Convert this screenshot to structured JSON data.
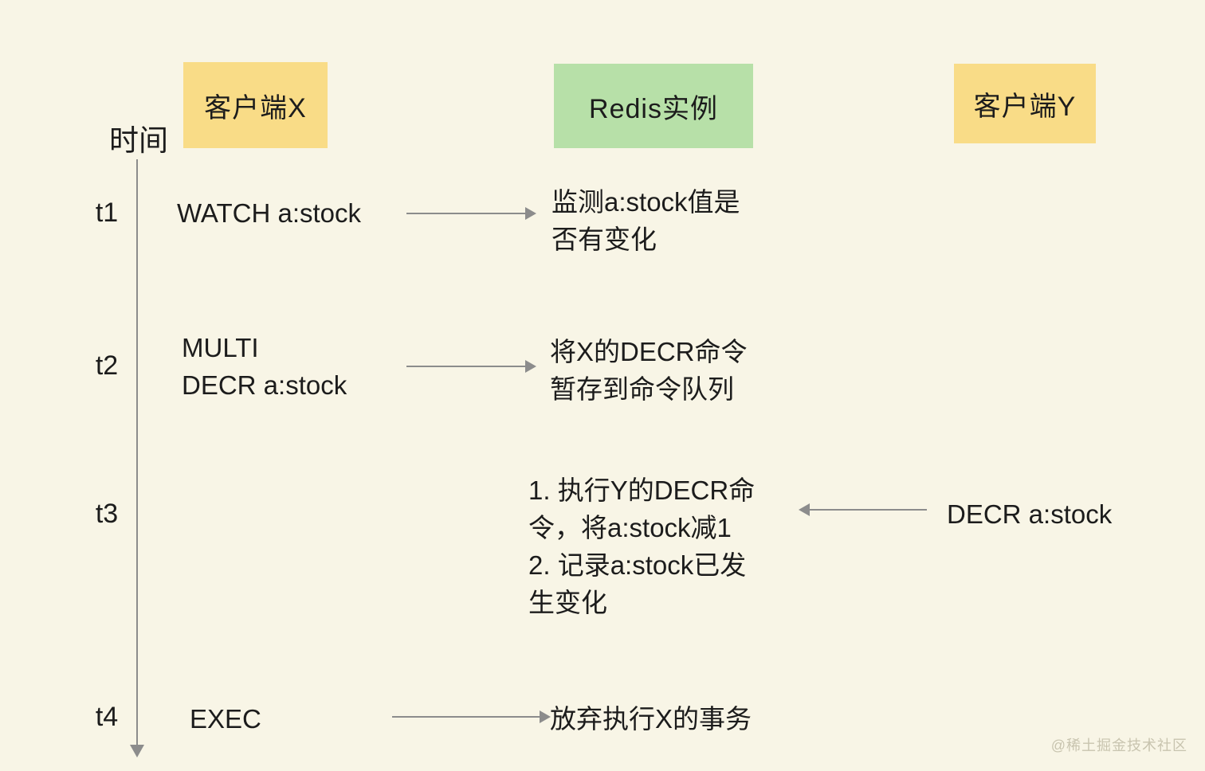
{
  "page": {
    "background_color": "#F8F5E6",
    "watermark": "@稀土掘金技术社区"
  },
  "diagram": {
    "time_axis_label": "时间",
    "colors": {
      "client_box": "#F9DC87",
      "redis_box": "#B7E0A8",
      "arrow": "#8C8C8C",
      "text": "#1C1C1C",
      "watermark": "#C8C4AF"
    },
    "actors": [
      {
        "id": "client-x",
        "label": "客户端X"
      },
      {
        "id": "redis",
        "label": "Redis实例"
      },
      {
        "id": "client-y",
        "label": "客户端Y"
      }
    ],
    "timeline": [
      {
        "time": "t1",
        "client_x": "WATCH a:stock",
        "arrow": "client_x→redis",
        "redis_note": [
          "监测a:stock值是",
          "否有变化"
        ]
      },
      {
        "time": "t2",
        "client_x": [
          "MULTI",
          "DECR a:stock"
        ],
        "arrow": "client_x→redis",
        "redis_note": [
          "将X的DECR命令",
          "暂存到命令队列"
        ]
      },
      {
        "time": "t3",
        "redis_note": [
          "1. 执行Y的DECR命",
          "令，将a:stock减1",
          "2. 记录a:stock已发",
          "生变化"
        ],
        "arrow": "client_y→redis",
        "client_y": "DECR a:stock"
      },
      {
        "time": "t4",
        "client_x": "EXEC",
        "arrow": "client_x→redis",
        "redis_note": [
          "放弃执行X的事务"
        ]
      }
    ]
  }
}
